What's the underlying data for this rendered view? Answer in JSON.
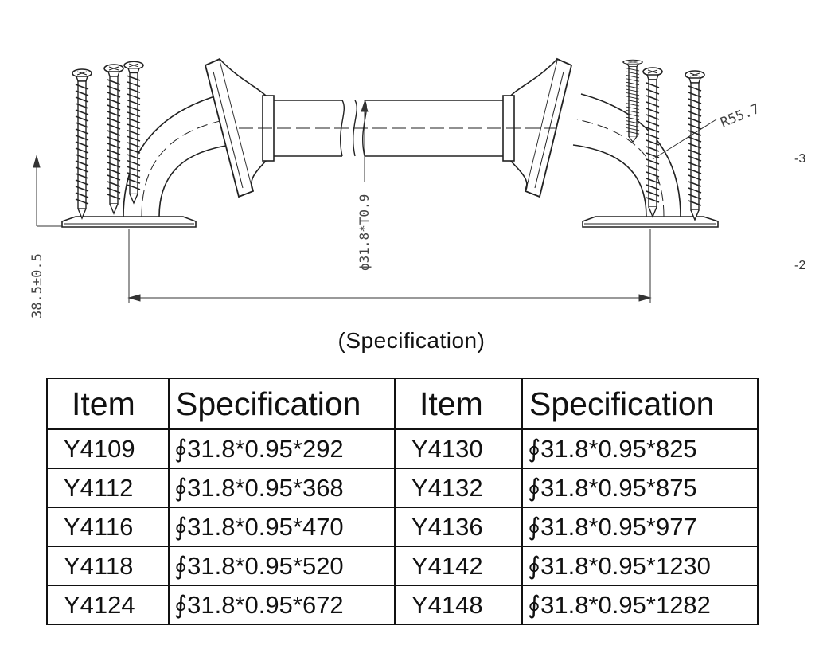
{
  "drawing": {
    "radius_label": "R55.7",
    "diameter_label": "ϕ31.8*T0.9",
    "height_label": "38.5±0.5",
    "side_mark_top": "-3",
    "side_mark_bottom": "-2"
  },
  "caption": "(Specification)",
  "table": {
    "headers": [
      "Item",
      "Specification",
      "Item",
      "Specification"
    ],
    "rows": [
      {
        "item_a": "Y4109",
        "spec_a": "∮31.8*0.95*292",
        "item_b": "Y4130",
        "spec_b": "∮31.8*0.95*825"
      },
      {
        "item_a": "Y4112",
        "spec_a": "∮31.8*0.95*368",
        "item_b": "Y4132",
        "spec_b": "∮31.8*0.95*875"
      },
      {
        "item_a": "Y4116",
        "spec_a": "∮31.8*0.95*470",
        "item_b": "Y4136",
        "spec_b": "∮31.8*0.95*977"
      },
      {
        "item_a": "Y4118",
        "spec_a": "∮31.8*0.95*520",
        "item_b": "Y4142",
        "spec_b": "∮31.8*0.95*1230"
      },
      {
        "item_a": "Y4124",
        "spec_a": "∮31.8*0.95*672",
        "item_b": "Y4148",
        "spec_b": "∮31.8*0.95*1282"
      }
    ]
  }
}
